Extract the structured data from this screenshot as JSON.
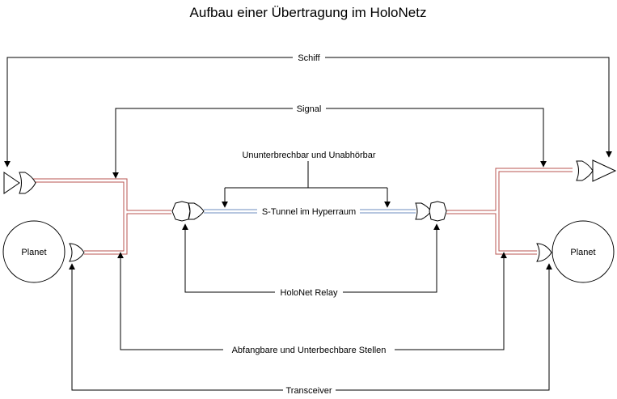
{
  "diagram": {
    "title": "Aufbau einer Übertragung im HoloNetz",
    "labels": {
      "schiff": "Schiff",
      "signal": "Signal",
      "ununterbrechbar": "Ununterbrechbar und Unabhörbar",
      "tunnel": "S-Tunnel im Hyperraum",
      "relay": "HoloNet Relay",
      "abfangbare": "Abfangbare und Unterbechbare Stellen",
      "transceiver": "Transceiver",
      "planet_left": "Planet",
      "planet_right": "Planet"
    },
    "colors": {
      "line": "#000000",
      "cable": "#b85450",
      "tunnel": "#6c8ebf",
      "background": "#ffffff"
    }
  }
}
